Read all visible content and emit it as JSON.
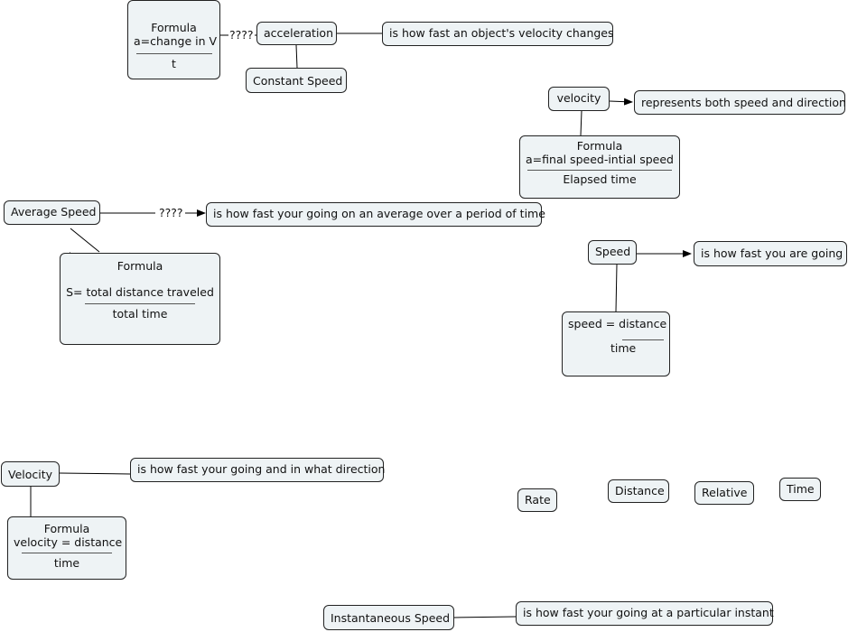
{
  "nodes": {
    "formula_accel": {
      "title": "Formula",
      "numerator": "a=change in V",
      "denominator": "t"
    },
    "acceleration": "acceleration",
    "accel_desc": "is how fast an object's velocity changes",
    "constant_speed": "Constant Speed",
    "velocity_top": "velocity",
    "velocity_top_desc": "represents both speed and direction",
    "formula_velocity_top": {
      "title": "Formula",
      "numerator": "a=final speed-intial speed",
      "denominator": "Elapsed time"
    },
    "average_speed": "Average Speed",
    "average_speed_desc": "is how fast your going on an average over a period of time",
    "formula_avg": {
      "title": "Formula",
      "numerator": "S= total distance traveled",
      "denominator": "total time"
    },
    "speed": "Speed",
    "speed_desc": "is how fast you are going",
    "speed_formula": {
      "numerator": "speed = distance",
      "denominator": "time"
    },
    "velocity_bottom": "Velocity",
    "velocity_bottom_desc": "is how fast your going and in what direction",
    "formula_velocity_bottom": {
      "title": "Formula",
      "numerator": "velocity = distance",
      "denominator": "time"
    },
    "rate": "Rate",
    "distance": "Distance",
    "relative": "Relative",
    "time": "Time",
    "instantaneous_speed": "Instantaneous Speed",
    "instantaneous_desc": "is how fast your going at a particular instant"
  },
  "link_labels": {
    "formula_to_accel": "????",
    "avg_to_desc": "????"
  }
}
